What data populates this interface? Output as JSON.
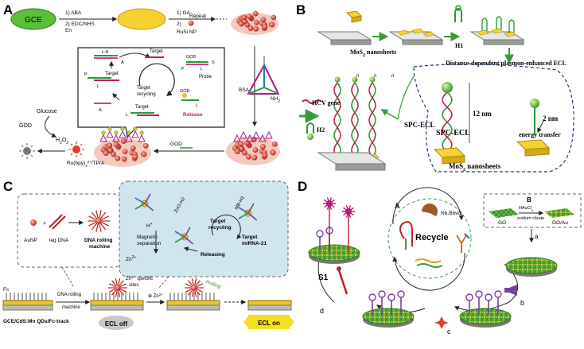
{
  "panels": {
    "a": {
      "letter": "A",
      "electrode": "GCE",
      "step1": [
        "1) ABA",
        "2) EDC/NHS",
        "En"
      ],
      "step2": [
        "1) GA",
        "2)",
        "RuSi NP"
      ],
      "repeat": "Repeat",
      "bsa": "BSA",
      "nh2": "NH",
      "nh2_sub": "2",
      "cycle": {
        "target_top": "Target",
        "target_left": "Target",
        "target_bottom": "Target",
        "recycling": [
          "Target",
          "recycling"
        ],
        "probe": "Probe",
        "god_top": "GOD",
        "god_bottom": "GOD",
        "release": "Release",
        "p1": "P",
        "l1": "L",
        "a1": "A",
        "p2": "P",
        "l2": "L",
        "la": "L:A",
        "l3": "L",
        "a2": "A",
        "s1": "S",
        "l4": "L"
      },
      "glucose": "Glucose",
      "god_side": "GOD",
      "h2o2": "H",
      "h2o2_sub1": "2",
      "h2o2_mid": "O",
      "h2o2_sub2": "2",
      "ru": "Ru(bpy)",
      "ru_sub": "3",
      "ru_sup": "2+",
      "ru_tail": "/TPrA",
      "god_bottom_label": "GOD"
    },
    "b": {
      "letter": "B",
      "mos2": "MoS",
      "mos2_sub": "2",
      "mos2_tail": " nanosheets",
      "h1": "H1",
      "title": "Distance-dependent plasmon-enhanced ECL",
      "nm12": "12 nm",
      "spc1": "SPC-ECL",
      "spc2": "SPC-ECL",
      "nm2": "2 nm",
      "energy": "energy transfer",
      "hcv": "HCV gene",
      "h2": "H2",
      "n1": "n",
      "n2": "n",
      "n3": "n",
      "bottom_label": "MoS",
      "bottom_sub": "2",
      "bottom_tail": " nanosheets"
    },
    "c": {
      "letter": "C",
      "aunp": "AuNP",
      "leg": "leg DNA",
      "walker": [
        "DNA rolling",
        "machine"
      ],
      "hplus": "H",
      "hplus_sup": "+",
      "magnetic": [
        "Magnetic",
        "separation"
      ],
      "zn": "Zn",
      "zn_sup": "2+",
      "probe_a": "ZnO-H2",
      "probe_b": "MB-H1",
      "recycling": [
        "Target",
        "recycling"
      ],
      "target": [
        "Target",
        "miRNA-21"
      ],
      "releasing": "Releasing",
      "fc": "Fc",
      "rolling": [
        "DNA rolling",
        "machine"
      ],
      "specific": [
        "Zn",
        "specific",
        "sites"
      ],
      "specific_sup": "2+",
      "zn2": "Zn",
      "zn2_sup": "2+",
      "rolling_word": "Rolling",
      "electrode": "GCE/CdS:Mn QDs/Fc-track",
      "ecl_off": "ECL off",
      "ecl_on": "ECL on"
    },
    "d": {
      "letter": "D",
      "sub_a": "A",
      "sub_b": "B",
      "enzyme": "Nb.BbvcI",
      "recycle": "Recycle",
      "hauc": "HAuCl",
      "hauc_sub": "4",
      "citrate": "sodium citrate",
      "go": "GO",
      "goau": "GO/Au",
      "step_a": "a",
      "step_b": "b",
      "step_c": "c",
      "step_d": "d",
      "s1": "S1"
    }
  },
  "colors": {
    "gce_green": "#5cbf3a",
    "gold": "#f5d230",
    "ru_red": "#e23a2c",
    "panel_b_bg": "#ffffff",
    "panel_c_box": "#cfe6ee",
    "green_grid": "#4fa83a",
    "purple": "#7a3f9a",
    "magenta": "#c0197a"
  }
}
